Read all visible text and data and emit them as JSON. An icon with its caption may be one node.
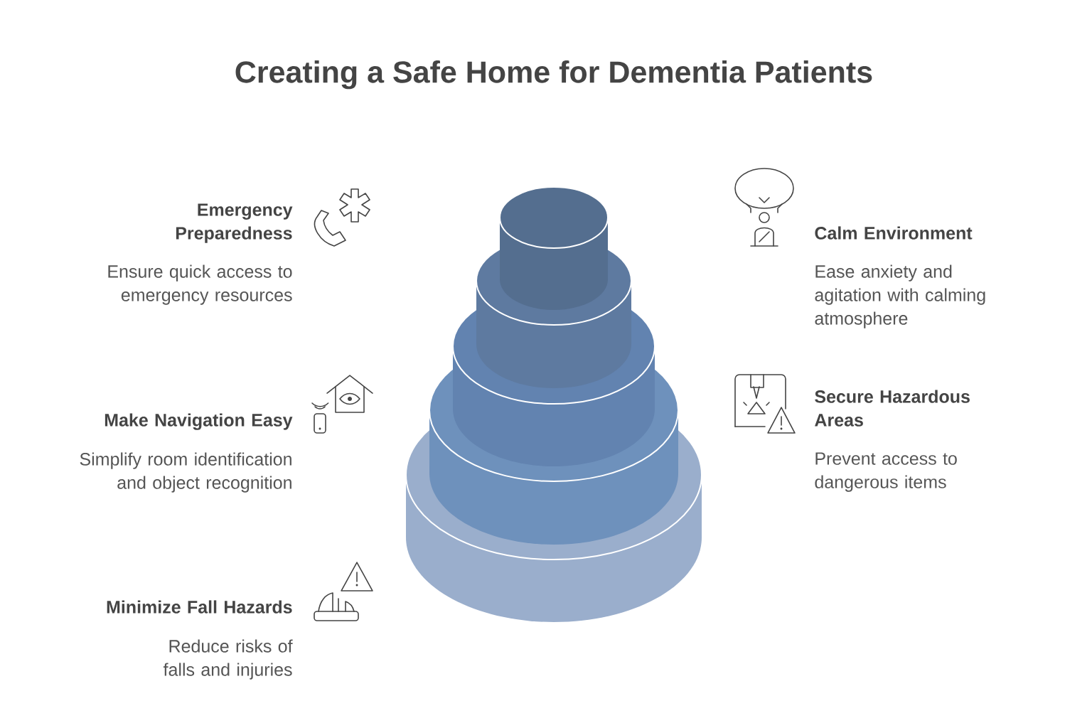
{
  "diagram": {
    "title": "Creating a Safe Home for Dementia Patients",
    "labels": [
      "Emergency Preparedness",
      "Ensure quick access to emergency resources",
      "Calm Environment",
      "Ease anxiety and agitation with calming atmosphere",
      "Make Navigation Easy",
      "Simplify room identification and object recognition",
      "Secure Hazardous Areas",
      "Prevent access to dangerous items",
      "Minimize Fall Hazards",
      "Reduce risks of falls and injuries"
    ]
  }
}
